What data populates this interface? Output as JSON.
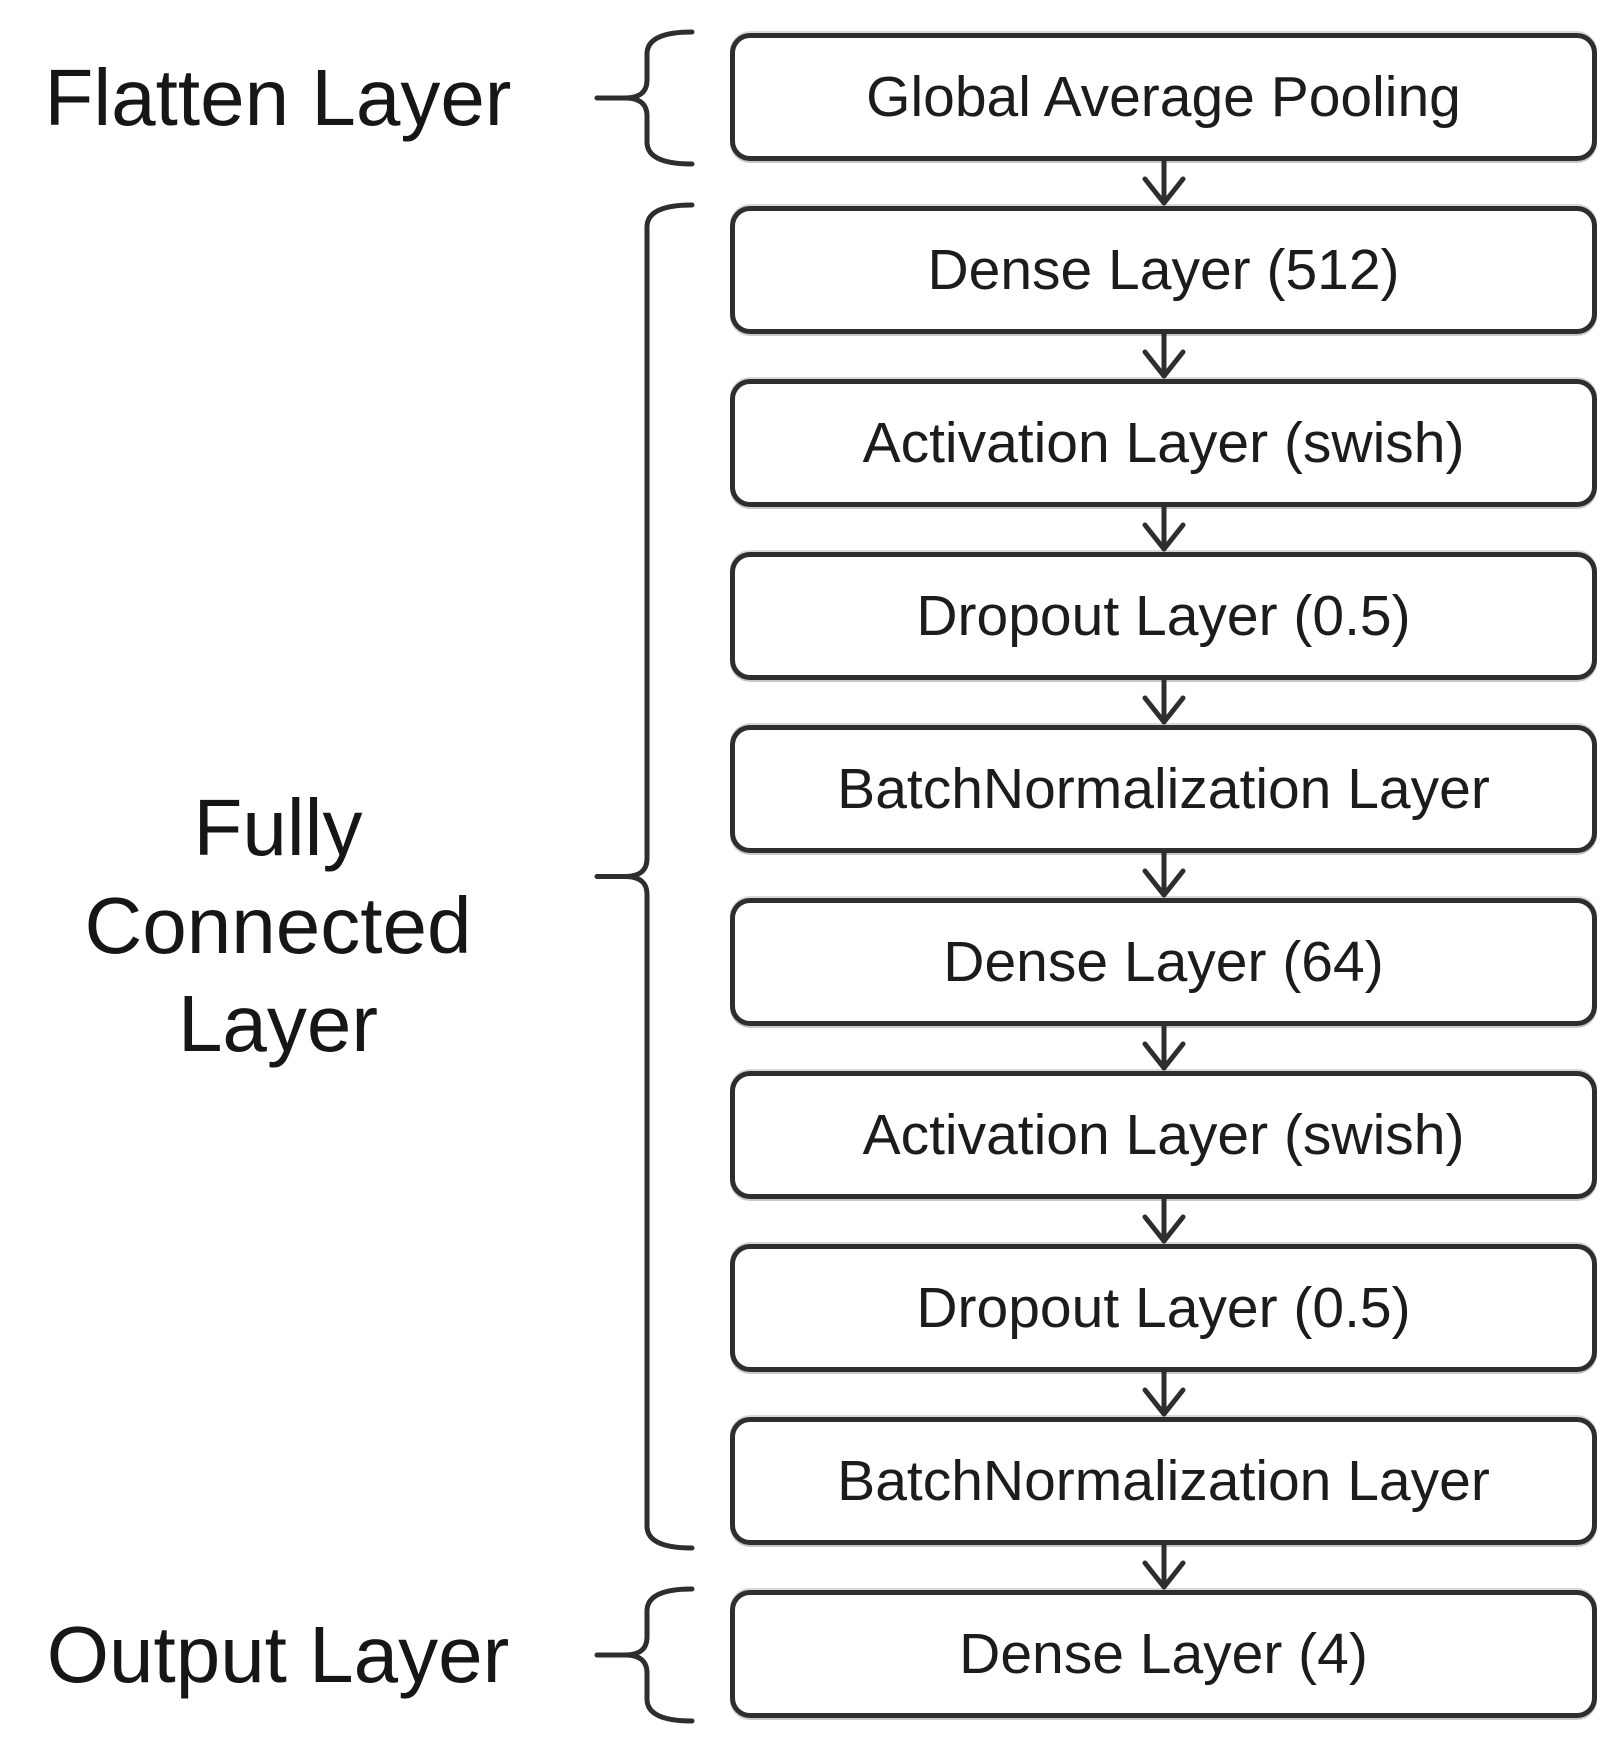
{
  "diagram": {
    "boxes": [
      {
        "label": "Global Average Pooling"
      },
      {
        "label": "Dense Layer (512)"
      },
      {
        "label": "Activation Layer (swish)"
      },
      {
        "label": "Dropout Layer (0.5)"
      },
      {
        "label": "BatchNormalization Layer"
      },
      {
        "label": "Dense Layer (64)"
      },
      {
        "label": "Activation Layer (swish)"
      },
      {
        "label": "Dropout Layer (0.5)"
      },
      {
        "label": "BatchNormalization Layer"
      },
      {
        "label": "Dense Layer (4)"
      }
    ],
    "groups": [
      {
        "label": "Flatten Layer",
        "start": 0,
        "end": 0
      },
      {
        "label": "Fully Connected Layer",
        "start": 1,
        "end": 8
      },
      {
        "label": "Output Layer",
        "start": 9,
        "end": 9
      }
    ],
    "colors": {
      "stroke": "#2e2e2e",
      "text": "#1c1c1c",
      "background": "#ffffff"
    }
  }
}
